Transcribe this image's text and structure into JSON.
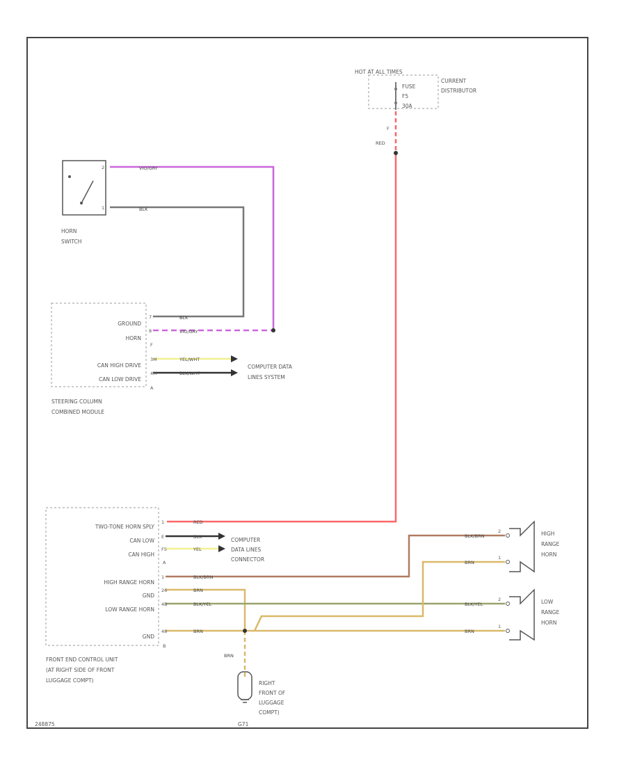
{
  "corner_code": "248875",
  "colors": {
    "violet": "#cc66dd",
    "black": "#333333",
    "gray": "#777777",
    "red": "#ff6666",
    "yellow": "#f2f090",
    "brown": "#b07a62",
    "olive": "#9aa46a",
    "tan": "#d9b968",
    "frame": "#444444",
    "dash": "#999999"
  },
  "fuse_block": {
    "title": "HOT AT ALL TIMES",
    "lines": [
      "FUSE",
      "F5",
      "30A"
    ],
    "pin": "F",
    "wire": "RED"
  },
  "current_distributor": {
    "line1": "CURRENT",
    "line2": "DISTRIBUTOR"
  },
  "horn_switch": {
    "line1": "HORN",
    "line2": "SWITCH",
    "pin_top": "2",
    "pin_bottom": "1",
    "wire_top": "VIO/GRY",
    "wire_bottom": "BLK"
  },
  "steering_module": {
    "line1": "STEERING COLUMN",
    "line2": "COMBINED MODULE",
    "rows": [
      {
        "label": "GROUND",
        "pin": "7",
        "wire": "BLK"
      },
      {
        "label": "HORN",
        "pin": "8",
        "wire": "VIO/GRY"
      },
      {
        "label": "CAN HIGH DRIVE",
        "pin": "3M",
        "wire": "YEL/WHT"
      },
      {
        "label": "CAN LOW DRIVE",
        "pin": "4M",
        "wire": "BLK/WHT"
      }
    ],
    "connector_f": "F",
    "connector_a": "A",
    "dest_line1": "COMPUTER DATA",
    "dest_line2": "LINES SYSTEM"
  },
  "front_end_unit": {
    "line1": "FRONT END CONTROL UNIT",
    "line2": "(AT RIGHT SIDE OF FRONT",
    "line3": "LUGGAGE COMPT)",
    "rows": [
      {
        "label": "TWO-TONE HORN SPLY",
        "pin": "1",
        "wire": "RED"
      },
      {
        "label": "CAN LOW",
        "pin": "E",
        "wire": "BLK"
      },
      {
        "label": "CAN HIGH",
        "pin": "F5",
        "wire": "YEL"
      },
      {
        "label": "HIGH RANGE HORN",
        "pin": "1",
        "wire": "BLK/BRN"
      },
      {
        "label": "GND",
        "pin": "26",
        "wire": "BRN"
      },
      {
        "label": "LOW RANGE HORN",
        "pin": "4B",
        "wire": "BLK/YEL"
      },
      {
        "label": "GND",
        "pin": "48",
        "wire": "BRN"
      }
    ],
    "connector_a": "A",
    "connector_b": "B",
    "dest_line1": "COMPUTER",
    "dest_line2": "DATA LINES",
    "dest_line3": "CONNECTOR"
  },
  "high_horn": {
    "line1": "HIGH",
    "line2": "RANGE",
    "line3": "HORN",
    "wire_top": "BLK/BRN",
    "wire_bottom": "BRN",
    "pin_top": "2",
    "pin_bottom": "1"
  },
  "low_horn": {
    "line1": "LOW",
    "line2": "RANGE",
    "line3": "HORN",
    "wire_top": "BLK/YEL",
    "wire_bottom": "BRN",
    "pin_top": "2",
    "pin_bottom": "1"
  },
  "ground": {
    "wire": "BRN",
    "code": "G71",
    "line1": "RIGHT",
    "line2": "FRONT OF",
    "line3": "LUGGAGE",
    "line4": "COMPT)"
  }
}
